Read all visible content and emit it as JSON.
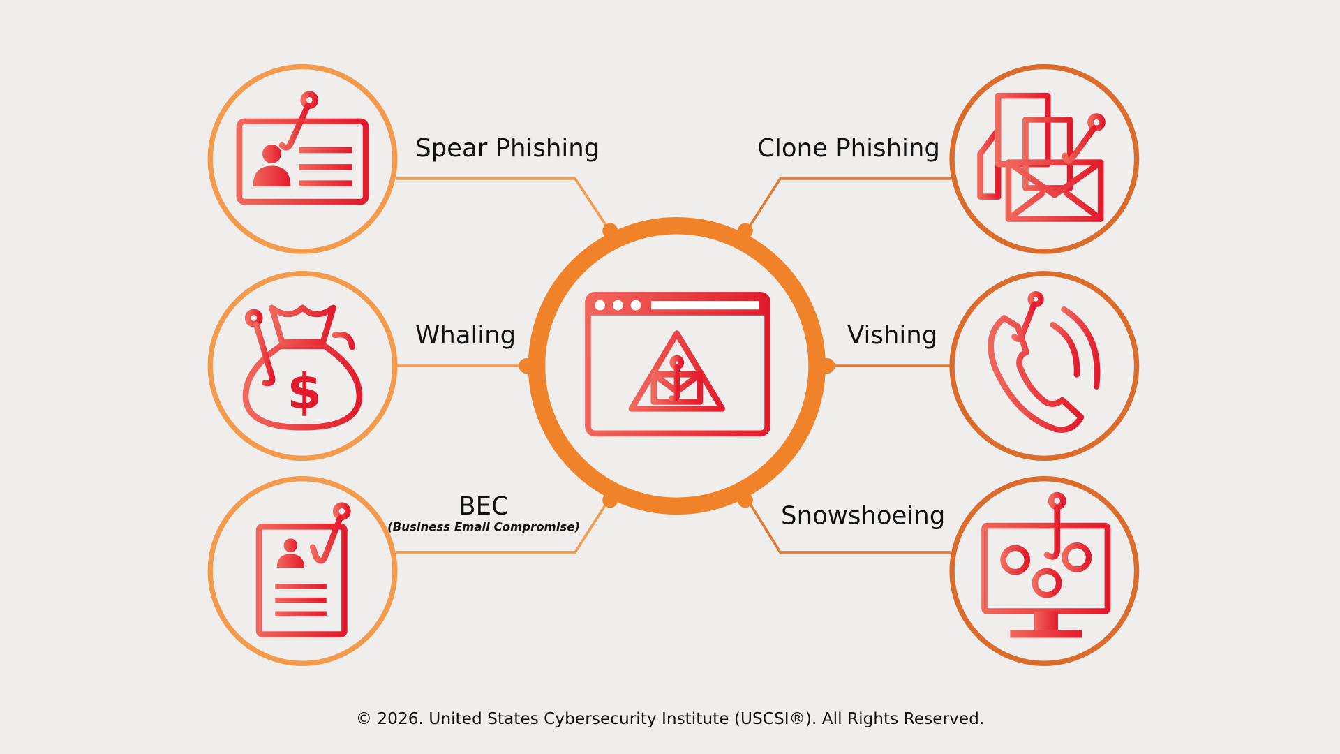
{
  "center": {
    "icon": "browser-warning-phishing-icon"
  },
  "nodes": [
    {
      "label": "Spear Phishing",
      "icon": "id-card-hook-icon"
    },
    {
      "label": "Whaling",
      "icon": "money-bag-hook-icon"
    },
    {
      "label": "BEC",
      "sublabel": "(Business Email Compromise)",
      "icon": "document-profile-hook-icon"
    },
    {
      "label": "Clone Phishing",
      "icon": "envelope-documents-hook-icon"
    },
    {
      "label": "Vishing",
      "icon": "phone-hook-icon"
    },
    {
      "label": "Snowshoeing",
      "icon": "monitor-hook-icon"
    }
  ],
  "footer": "© 2026. United States Cybersecurity Institute (USCSI®). All Rights Reserved.",
  "colors": {
    "background": "#efeeed",
    "orange_left": "#f39a4c",
    "orange_right": "#db6c2b",
    "center_ring": "#f0832a",
    "icon_red": "#e52330"
  }
}
